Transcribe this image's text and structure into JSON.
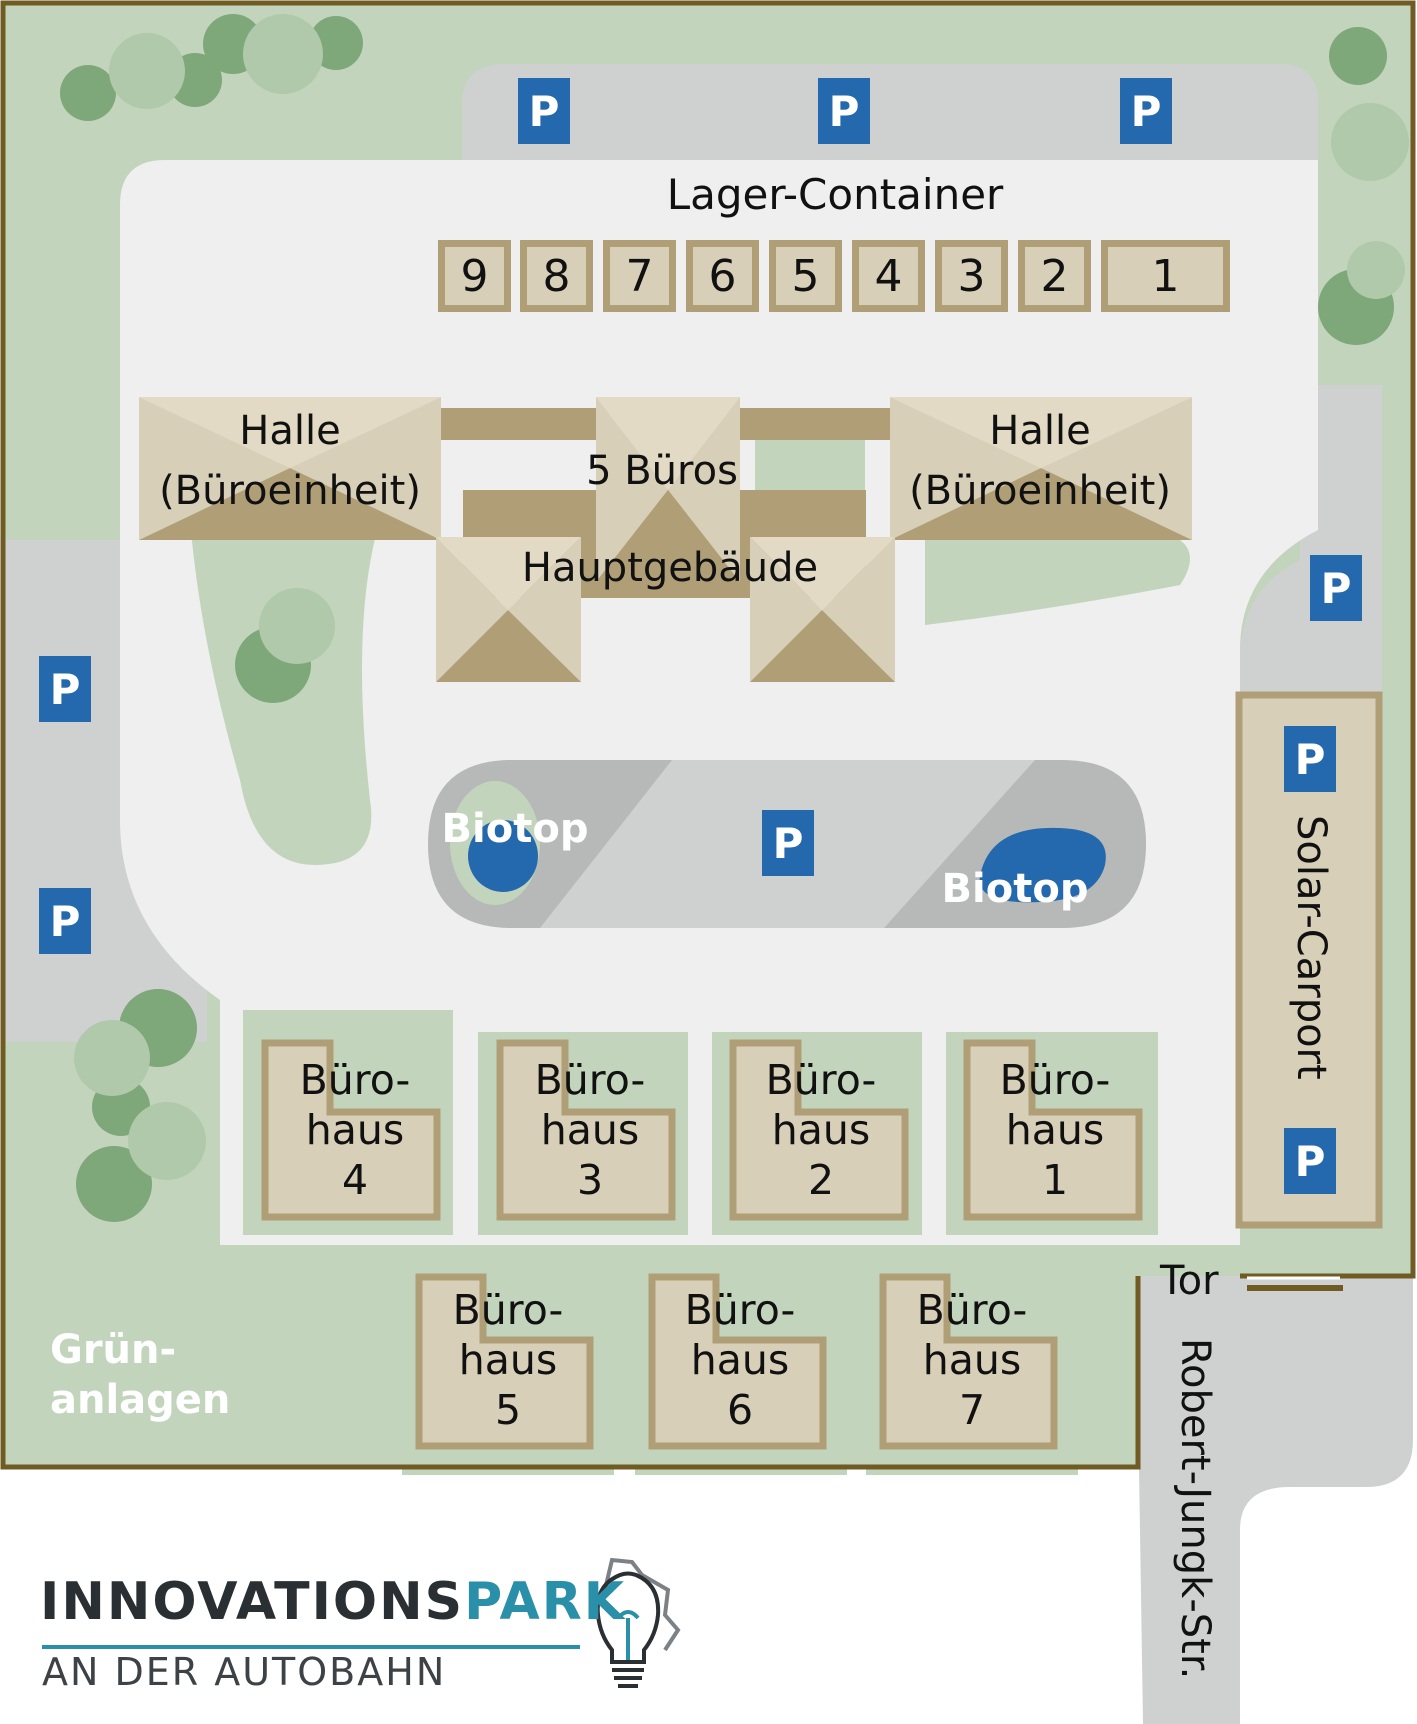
{
  "map": {
    "containers_title": "Lager-Container",
    "containers": [
      "9",
      "8",
      "7",
      "6",
      "5",
      "4",
      "3",
      "2",
      "1"
    ],
    "halle_left": "Halle",
    "halle_left_sub": "(Büroeinheit)",
    "halle_right": "Halle",
    "halle_right_sub": "(Büroeinheit)",
    "fuenf_bueros": "5 Büros",
    "hauptgebaeude": "Hauptgebäude",
    "biotop_left": "Biotop",
    "biotop_right": "Biotop",
    "parking_symbol": "P",
    "solar_carport": "Solar-Carport",
    "tor": "Tor",
    "street": "Robert-Jungk-Str.",
    "green_line1": "Grün-",
    "green_line2": "anlagen",
    "buerohaus_line1": "Büro-",
    "buerohaus_line2": "haus",
    "buerohaeuser": [
      "4",
      "3",
      "2",
      "1",
      "5",
      "6",
      "7"
    ]
  },
  "logo": {
    "name_part1": "INNOVATIONS",
    "name_part2": "PARK",
    "subtitle": "AN DER AUTOBAHN"
  },
  "colors": {
    "green": "#c2d5bc",
    "tree": "#7ea77a",
    "road": "#cfd1d1",
    "ground": "#eeefee",
    "building": "#d7cfb8",
    "building_border": "#b09f76",
    "parking": "#2469ad",
    "water": "#2469ad",
    "boundary": "#6f5b23",
    "logo_dark": "#2a2f33",
    "logo_accent": "#2a8fa8"
  }
}
